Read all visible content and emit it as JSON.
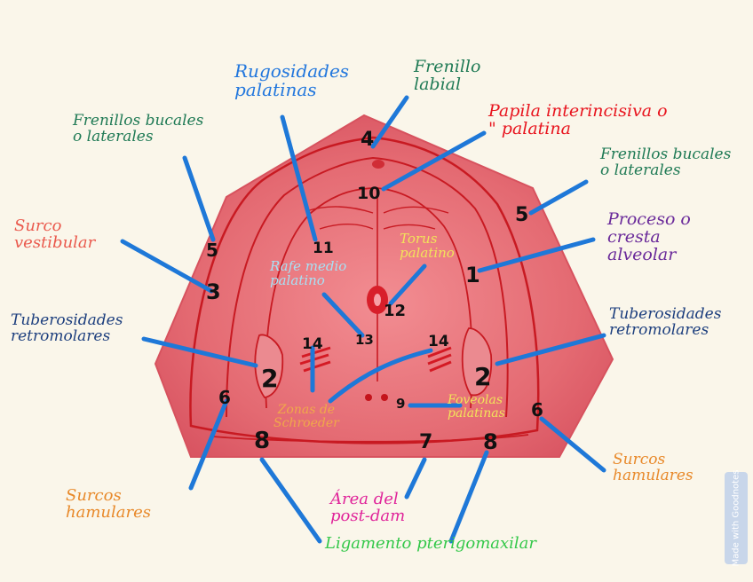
{
  "labels": {
    "frenillo_labial": "Frenillo\nlabial",
    "rugosidades": "Rugosidades\npalatinas",
    "papila": "Papila interincisiva o\n\"   palatina",
    "frenillos_bucales_left": "Frenillos bucales\no laterales",
    "frenillos_bucales_right": "Frenillos bucales\no laterales",
    "surco_vestibular": "Surco\nvestibular",
    "proceso": "Proceso o\ncresta\nalveolar",
    "torus": "Torus\npalatino",
    "rafe": "Rafe medio\npalatino",
    "tuberosidades_left": "Tuberosidades\nretromolares",
    "tuberosidades_right": "Tuberosidades\nretromolares",
    "zonas": "Zonas de\nSchroeder",
    "foveolas": "Foveolas\npalatinas",
    "surcos_left": "Surcos\nhamulares",
    "surcos_right": "Surcos\nhamulares",
    "post_dam": "Área del\npost-dam",
    "ligamento": "Ligamento pterigomaxilar"
  },
  "numbers": {
    "n4": "4",
    "n10": "10",
    "n5l": "5",
    "n5r": "5",
    "n11": "11",
    "n3": "3",
    "n1": "1",
    "n12": "12",
    "n13": "13",
    "n14l": "14",
    "n14r": "14",
    "n2l": "2",
    "n2r": "2",
    "n9": "9",
    "n6l": "6",
    "n6r": "6",
    "n8l": "8",
    "n8r": "8",
    "n7": "7"
  },
  "watermark": "Made with Goodnotes",
  "colors": {
    "background": "#faf6ea",
    "palate": "#e26a74",
    "line": "#c81a22",
    "pointer": "#1e78d8",
    "green": "#1f7a55",
    "blue": "#2277dd",
    "red": "#e8141e",
    "salmon": "#ea5a4e",
    "navy": "#1d3f7e",
    "purple": "#6a2a9a",
    "yellow": "#f2e35a",
    "lightblue": "#a8e0f4",
    "orange": "#f0a84a",
    "pink": "#e0249a",
    "lime": "#34c84a",
    "orange_dark": "#e8892a"
  }
}
